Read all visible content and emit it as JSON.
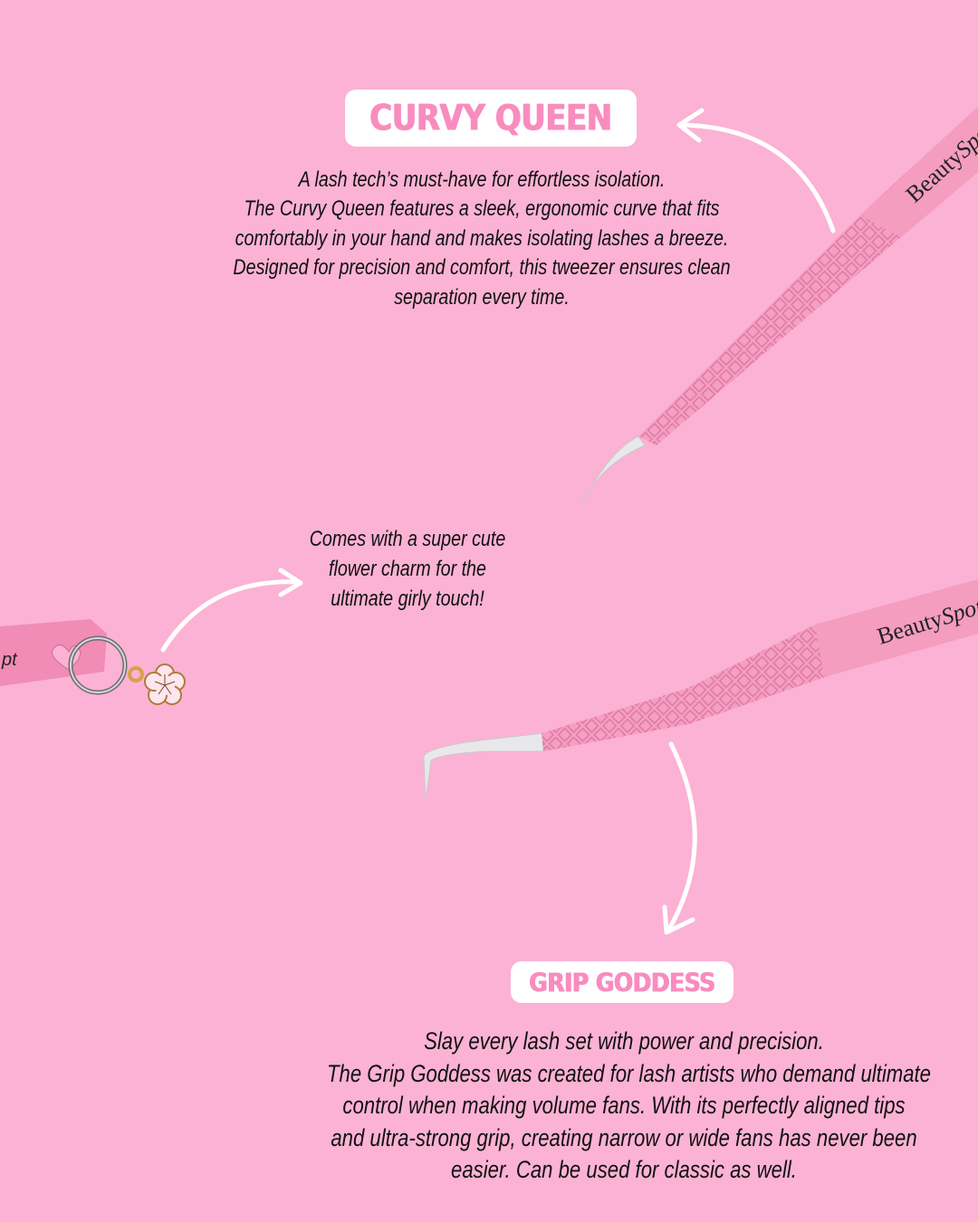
{
  "curvy_queen": {
    "title": "CURVY QUEEN",
    "description": [
      "A lash tech’s must-have for effortless isolation.",
      "The Curvy Queen features a sleek, ergonomic curve that fits",
      "comfortably in your hand and makes isolating lashes a breeze.",
      "Designed for precision and comfort, this tweezer ensures clean",
      "separation every time."
    ]
  },
  "charm_note": [
    "Comes with a super cute",
    "flower charm for the",
    "ultimate girly touch!"
  ],
  "grip_goddess": {
    "title": "GRIP GODDESS",
    "description": [
      "Slay every lash set with power and precision.",
      "The Grip Goddess was created for lash artists who demand ultimate",
      "control when making volume fans. With its perfectly aligned tips",
      "and ultra-strong grip, creating narrow or wide fans has never been",
      "easier. Can be used for classic as well."
    ]
  },
  "brand_on_product": "BeautySpot",
  "colors": {
    "background": "#fbb2d4",
    "title_pink": "#f88cbf",
    "tweezer_pink": "#f5a0c2"
  }
}
